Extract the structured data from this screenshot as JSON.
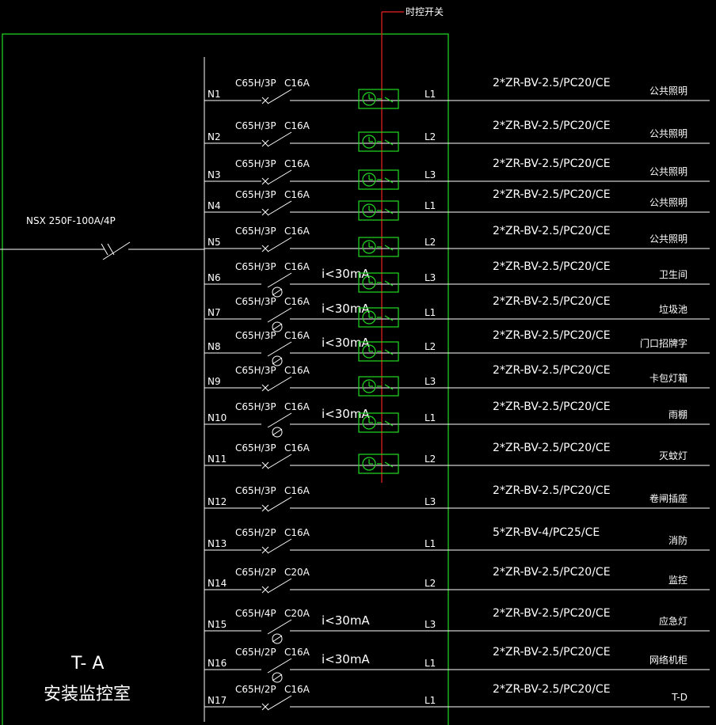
{
  "colors": {
    "background": "#000000",
    "line": "#ffffff",
    "enclosure": "#22dd22",
    "control_bus": "#ee2222"
  },
  "control_label": "时控开关",
  "main_breaker": "NSX 250F-100A/4P",
  "panel": {
    "name": "T- A",
    "location": "安装监控室"
  },
  "circuits": [
    {
      "id": "N1",
      "breaker": "C65H/3P",
      "rating": "C16A",
      "rcd": "",
      "timer": true,
      "phase": "L1",
      "cable": "2*ZR-BV-2.5/PC20/CE",
      "load": "公共照明"
    },
    {
      "id": "N2",
      "breaker": "C65H/3P",
      "rating": "C16A",
      "rcd": "",
      "timer": true,
      "phase": "L2",
      "cable": "2*ZR-BV-2.5/PC20/CE",
      "load": "公共照明"
    },
    {
      "id": "N3",
      "breaker": "C65H/3P",
      "rating": "C16A",
      "rcd": "",
      "timer": true,
      "phase": "L3",
      "cable": "2*ZR-BV-2.5/PC20/CE",
      "load": "公共照明"
    },
    {
      "id": "N4",
      "breaker": "C65H/3P",
      "rating": "C16A",
      "rcd": "",
      "timer": true,
      "phase": "L1",
      "cable": "2*ZR-BV-2.5/PC20/CE",
      "load": "公共照明"
    },
    {
      "id": "N5",
      "breaker": "C65H/3P",
      "rating": "C16A",
      "rcd": "",
      "timer": true,
      "phase": "L2",
      "cable": "2*ZR-BV-2.5/PC20/CE",
      "load": "公共照明"
    },
    {
      "id": "N6",
      "breaker": "C65H/3P",
      "rating": "C16A",
      "rcd": "i<30mA",
      "timer": true,
      "phase": "L3",
      "cable": "2*ZR-BV-2.5/PC20/CE",
      "load": "卫生间"
    },
    {
      "id": "N7",
      "breaker": "C65H/3P",
      "rating": "C16A",
      "rcd": "i<30mA",
      "timer": true,
      "phase": "L1",
      "cable": "2*ZR-BV-2.5/PC20/CE",
      "load": "垃圾池"
    },
    {
      "id": "N8",
      "breaker": "C65H/3P",
      "rating": "C16A",
      "rcd": "i<30mA",
      "timer": true,
      "phase": "L2",
      "cable": "2*ZR-BV-2.5/PC20/CE",
      "load": "门口招牌字"
    },
    {
      "id": "N9",
      "breaker": "C65H/3P",
      "rating": "C16A",
      "rcd": "",
      "timer": true,
      "phase": "L3",
      "cable": "2*ZR-BV-2.5/PC20/CE",
      "load": "卡包灯箱"
    },
    {
      "id": "N10",
      "breaker": "C65H/3P",
      "rating": "C16A",
      "rcd": "i<30mA",
      "timer": true,
      "phase": "L1",
      "cable": "2*ZR-BV-2.5/PC20/CE",
      "load": "雨棚"
    },
    {
      "id": "N11",
      "breaker": "C65H/3P",
      "rating": "C16A",
      "rcd": "",
      "timer": true,
      "phase": "L2",
      "cable": "2*ZR-BV-2.5/PC20/CE",
      "load": "灭蚊灯"
    },
    {
      "id": "N12",
      "breaker": "C65H/3P",
      "rating": "C16A",
      "rcd": "",
      "timer": false,
      "phase": "L3",
      "cable": "2*ZR-BV-2.5/PC20/CE",
      "load": "卷闸插座"
    },
    {
      "id": "N13",
      "breaker": "C65H/2P",
      "rating": "C16A",
      "rcd": "",
      "timer": false,
      "phase": "L1",
      "cable": "5*ZR-BV-4/PC25/CE",
      "load": "消防"
    },
    {
      "id": "N14",
      "breaker": "C65H/2P",
      "rating": "C20A",
      "rcd": "",
      "timer": false,
      "phase": "L2",
      "cable": "2*ZR-BV-2.5/PC20/CE",
      "load": "监控"
    },
    {
      "id": "N15",
      "breaker": "C65H/4P",
      "rating": "C20A",
      "rcd": "i<30mA",
      "timer": false,
      "phase": "L3",
      "cable": "2*ZR-BV-2.5/PC20/CE",
      "load": "应急灯"
    },
    {
      "id": "N16",
      "breaker": "C65H/2P",
      "rating": "C16A",
      "rcd": "i<30mA",
      "timer": false,
      "phase": "L1",
      "cable": "2*ZR-BV-2.5/PC20/CE",
      "load": "网络机柜"
    },
    {
      "id": "N17",
      "breaker": "C65H/2P",
      "rating": "C16A",
      "rcd": "",
      "timer": false,
      "phase": "L1",
      "cable": "2*ZR-BV-2.5/PC20/CE",
      "load": "T-D"
    }
  ]
}
